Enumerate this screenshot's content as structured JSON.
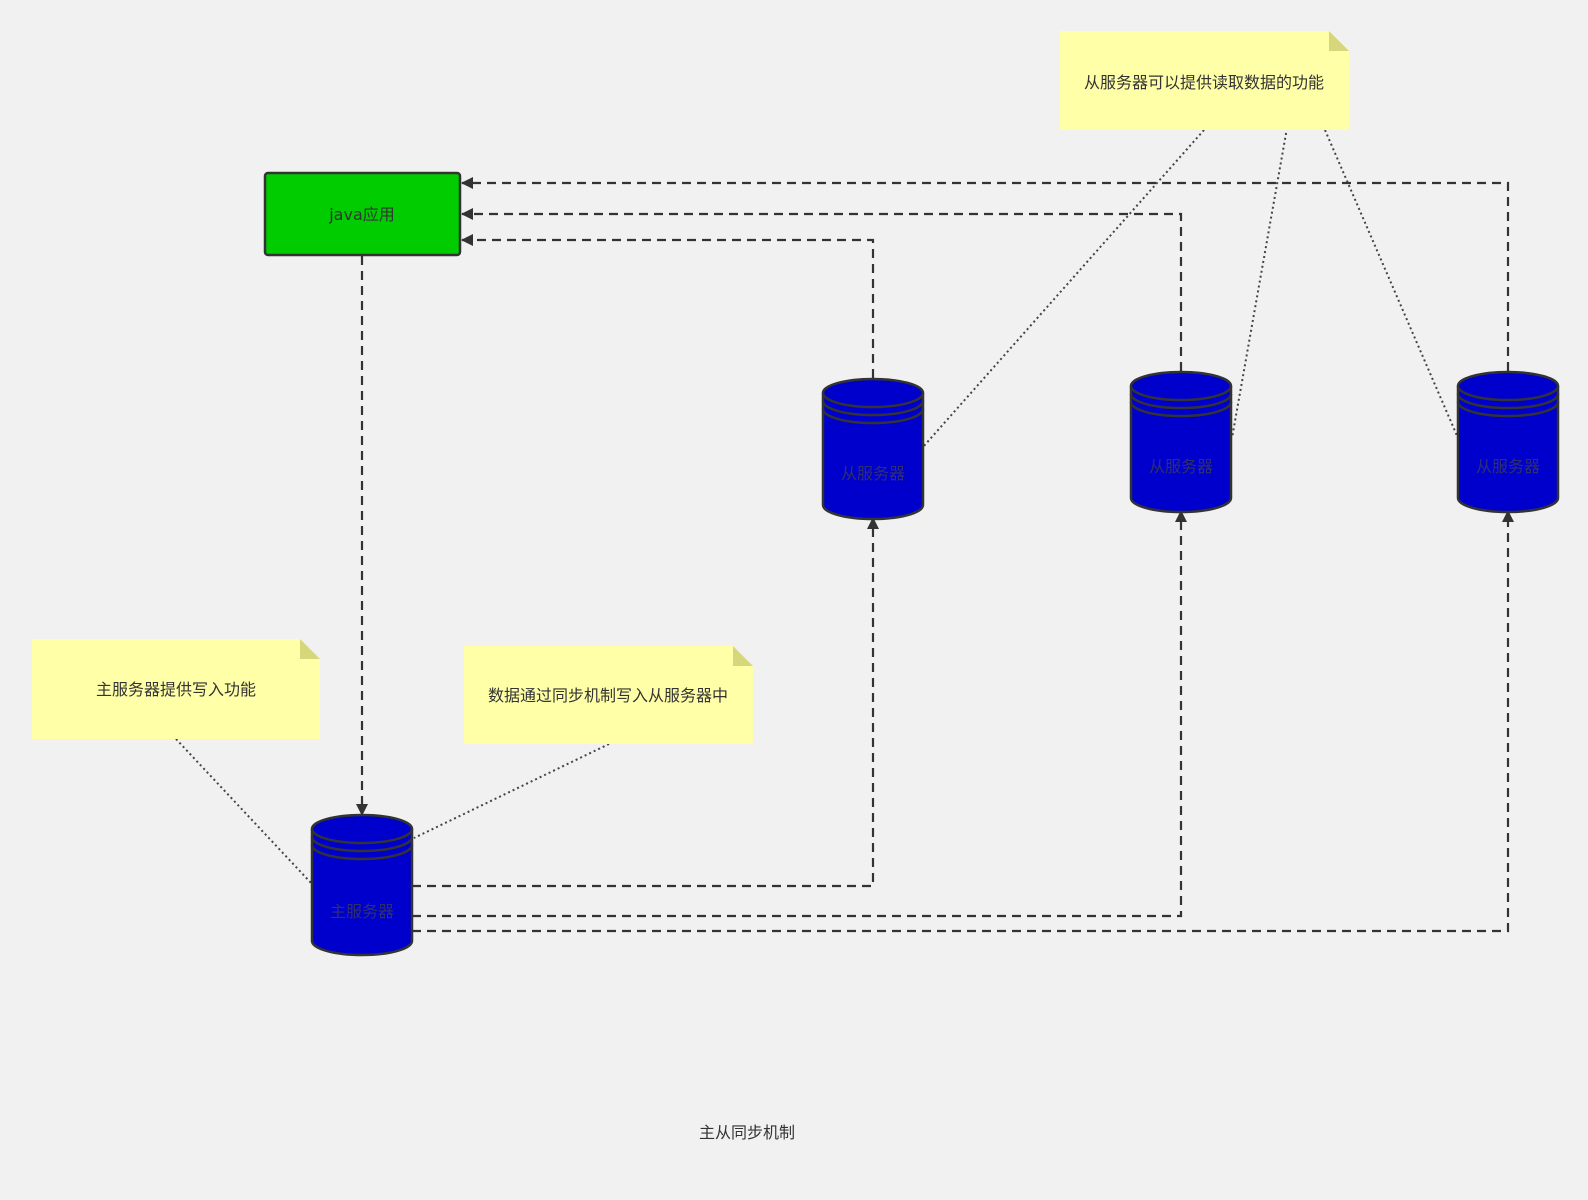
{
  "nodes": {
    "java_app": {
      "label": "java应用"
    },
    "master": {
      "label": "主服务器"
    },
    "slave_1": {
      "label": "从服务器"
    },
    "slave_2": {
      "label": "从服务器"
    },
    "slave_3": {
      "label": "从服务器"
    }
  },
  "notes": {
    "slaves_read": {
      "text": "从服务器可以提供读取数据的功能"
    },
    "master_write": {
      "text": "主服务器提供写入功能"
    },
    "sync": {
      "text": "数据通过同步机制写入从服务器中"
    }
  },
  "caption": {
    "text": "主从同步机制"
  },
  "colors": {
    "background": "#f1f1f1",
    "app_fill": "#00cc00",
    "db_fill": "#0000cc",
    "note_fill": "#ffffa8",
    "note_fold": "#d6d67a",
    "stroke": "#333333"
  }
}
